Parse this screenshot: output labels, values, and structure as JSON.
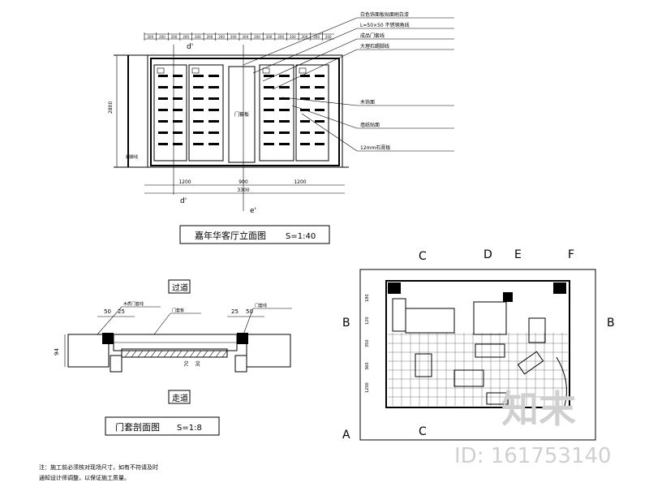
{
  "elevation": {
    "caption": "嘉年华客厅立面图",
    "scale": "S=1:40",
    "dims_top": [
      "200",
      "200",
      "200",
      "200",
      "200",
      "200",
      "200",
      "200",
      "200",
      "200",
      "200",
      "200",
      "200",
      "200",
      "200",
      "200"
    ],
    "dims_bottom": [
      "1200",
      "900",
      "1200"
    ],
    "dim_total": "3300",
    "section_tags": [
      "d'",
      "e'"
    ],
    "notes": [
      "白色饰面板贴面刷白漆",
      "L=50×50 不锈钢角线",
      "成品门套线",
      "大理石踢脚线",
      "木饰面",
      "墙纸贴面",
      "12mm石膏板"
    ],
    "center_label": "门套板"
  },
  "section": {
    "caption": "门套剖面图",
    "scale": "S=1:8",
    "label_top": "过道",
    "label_bottom": "走道",
    "dims": [
      "50",
      "25",
      "25",
      "50",
      "94",
      "70",
      "30"
    ],
    "notes": [
      "木质门套线",
      "门套板",
      "门套线"
    ]
  },
  "plan": {
    "axis_labels": [
      "A",
      "B",
      "C",
      "D",
      "E",
      "F"
    ],
    "dims": [
      "180",
      "120",
      "350",
      "360",
      "1200"
    ]
  },
  "footnote": [
    "注：施工前必须核对现场尺寸，如有不符请及时",
    "通知设计师调整，以保证施工质量。"
  ],
  "watermark": {
    "brand": "知末",
    "id": "ID: 161753140"
  }
}
